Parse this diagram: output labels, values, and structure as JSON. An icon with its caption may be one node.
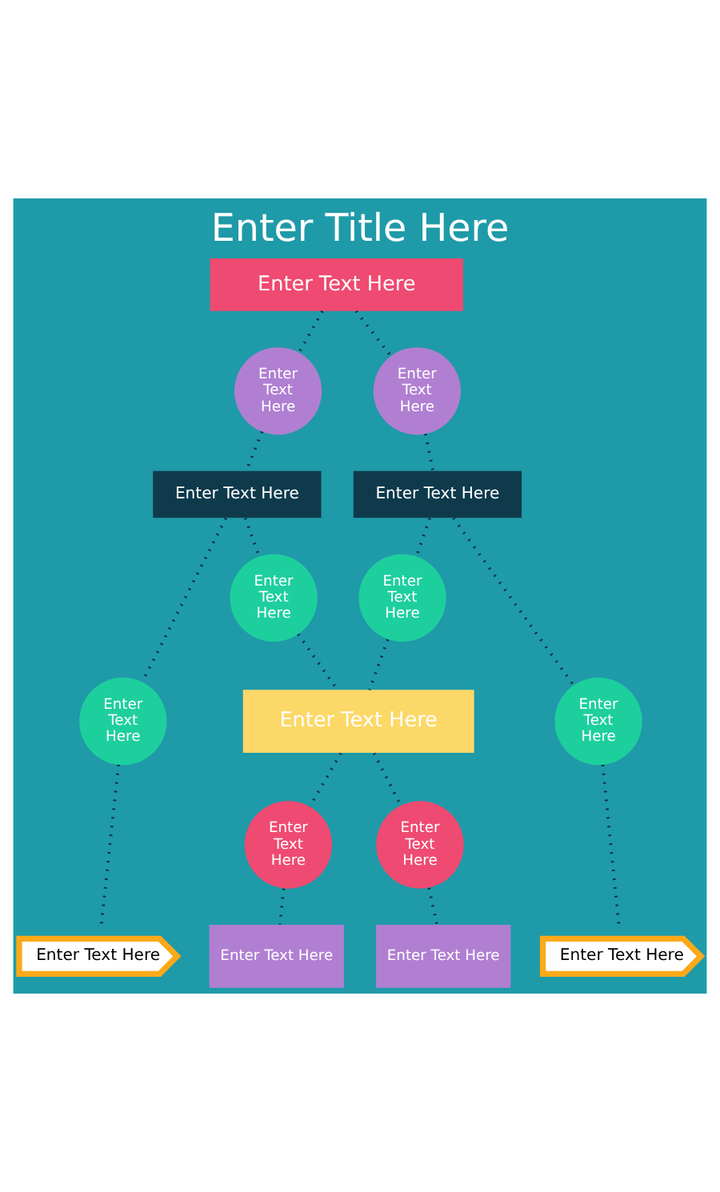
{
  "diagram": {
    "title": "Enter Title Here",
    "nodes": [
      {
        "text": [
          "Enter Text Here"
        ]
      },
      {
        "text": [
          "Enter Text Here"
        ]
      },
      {
        "text": [
          "Enter Text Here"
        ]
      },
      {
        "text": [
          "Enter Text Here"
        ]
      },
      {
        "text": [
          "Enter Text Here"
        ]
      },
      {
        "text": [
          "Enter Text Here"
        ]
      },
      {
        "text": [
          "Enter Text Here"
        ]
      },
      {
        "text": [
          "Enter Text Here"
        ]
      },
      {
        "text": [
          "Enter Text Here"
        ]
      },
      {
        "text": [
          "Enter Text Here"
        ]
      },
      {
        "text": [
          "Enter Text Here"
        ]
      },
      {
        "text": [
          "Enter Text Here"
        ]
      },
      {
        "text": [
          "Enter Text Here"
        ]
      },
      {
        "text": [
          "Enter Text Here"
        ]
      },
      {
        "text": [
          "Enter Text Here"
        ]
      },
      {
        "text": [
          "Enter Text Here"
        ]
      }
    ],
    "edges": [
      {
        "from": 0,
        "to": 1,
        "arrow": "none"
      },
      {
        "from": 0,
        "to": 2,
        "arrow": "none"
      },
      {
        "from": 1,
        "to": 3,
        "arrow": "none"
      },
      {
        "from": 2,
        "to": 4,
        "arrow": "none"
      },
      {
        "from": 3,
        "to": 5,
        "arrow": "none"
      },
      {
        "from": 3,
        "to": 6,
        "arrow": "none"
      },
      {
        "from": 4,
        "to": 7,
        "arrow": "none"
      },
      {
        "from": 4,
        "to": 8,
        "arrow": "none"
      },
      {
        "from": 5,
        "to": 14,
        "arrow": "none"
      },
      {
        "from": 6,
        "to": 9,
        "arrow": "none"
      },
      {
        "from": 7,
        "to": 9,
        "arrow": "none"
      },
      {
        "from": 8,
        "to": 15,
        "arrow": "none"
      },
      {
        "from": 9,
        "to": 10,
        "arrow": "none"
      },
      {
        "from": 9,
        "to": 11,
        "arrow": "none"
      },
      {
        "from": 10,
        "to": 12,
        "arrow": "none"
      },
      {
        "from": 11,
        "to": 13,
        "arrow": "none"
      }
    ]
  }
}
